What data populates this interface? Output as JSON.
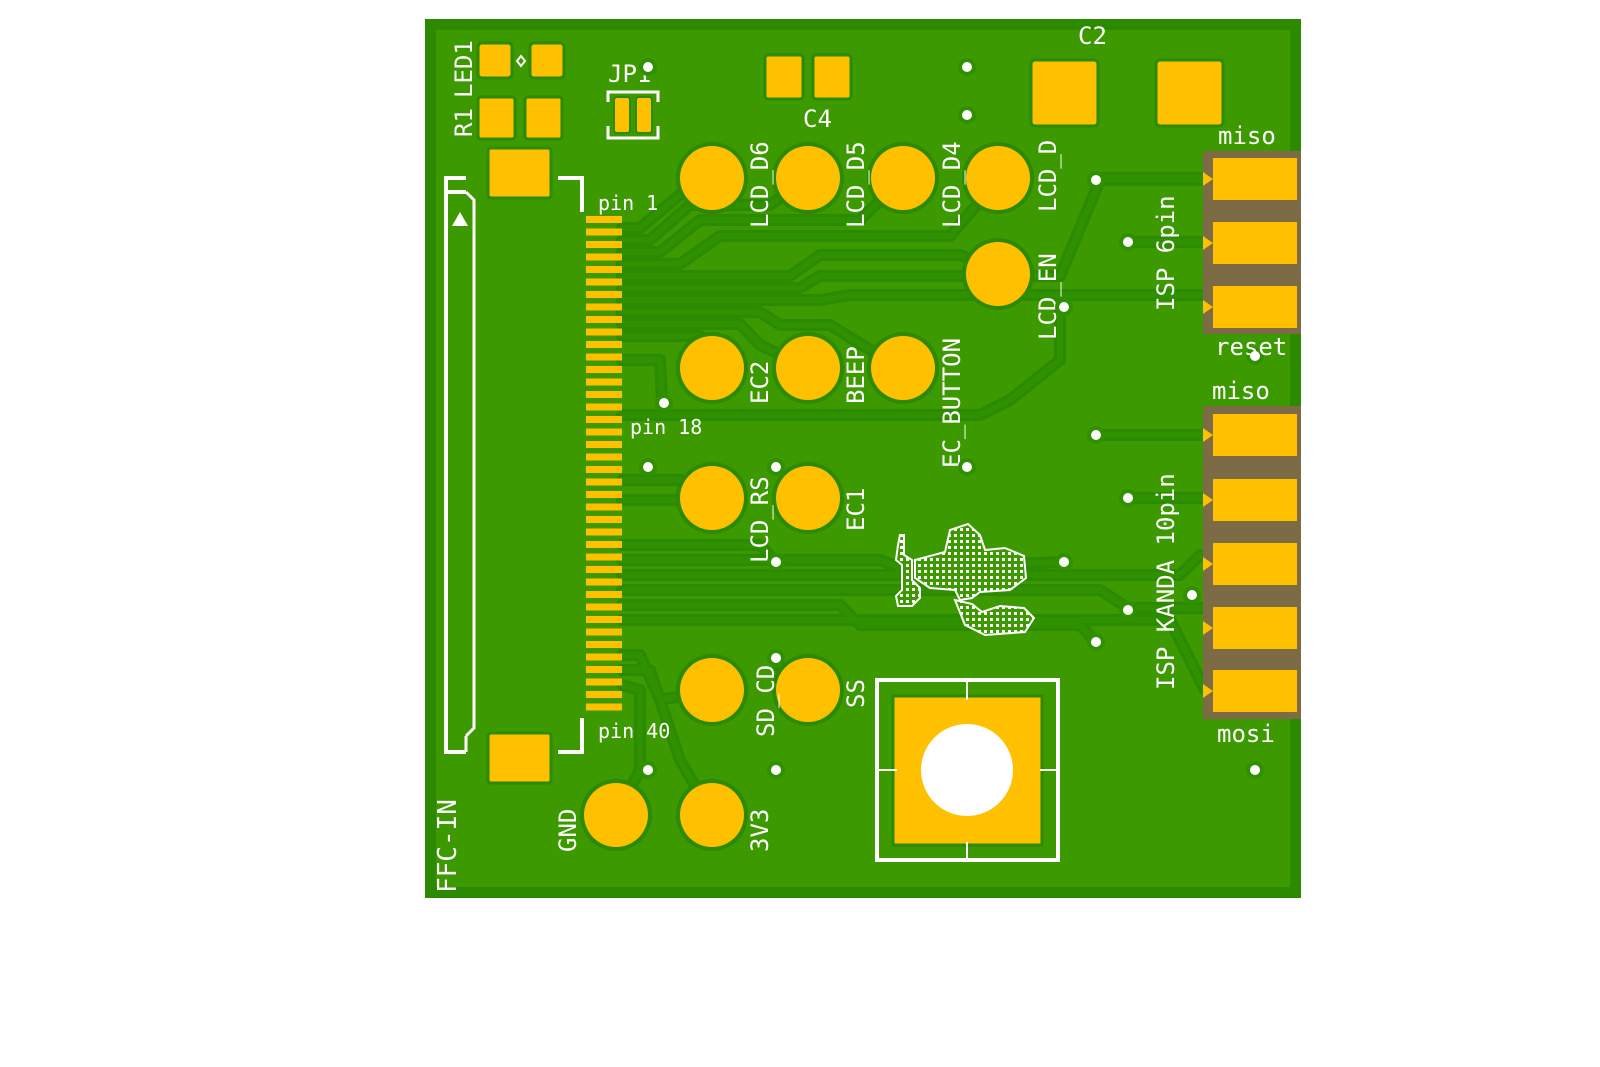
{
  "board": {
    "colors": {
      "substrate": "#2b8a00",
      "copper_pour": "#3c9a00",
      "trace": "#2f9000",
      "pad": "#ffc000",
      "silkscreen": "#ffffff",
      "header_body": "#7d6b45",
      "hole": "#ffffff"
    }
  },
  "labels": {
    "r1": "R1",
    "led1": "LED1",
    "jp1": "JP1",
    "c2": "C2",
    "c4": "C4",
    "pin1": "pin 1",
    "pin18": "pin 18",
    "pin40": "pin 40",
    "ffc_in": "FFC-IN",
    "lcd_d6": "LCD_D6",
    "lcd_d5": "LCD_D5",
    "lcd_d4": "LCD_D4",
    "lcd_d": "LCD_D",
    "lcd_en": "LCD_EN",
    "ec2": "EC2",
    "beep": "BEEP",
    "ec_button": "EC_BUTTON",
    "lcd_rs": "LCD_RS",
    "ec1": "EC1",
    "sd_cd": "SD_CD",
    "ss": "SS",
    "gnd": "GND",
    "v3v3": "3V3",
    "isp6": "ISP 6pin",
    "isp10": "ISP KANDA 10pin",
    "miso_top": "miso",
    "reset": "reset",
    "miso_mid": "miso",
    "mosi": "mosi"
  },
  "icons": {
    "logo": "cactus-logo-icon",
    "pin1_marker": "triangle-pin-marker-icon"
  }
}
